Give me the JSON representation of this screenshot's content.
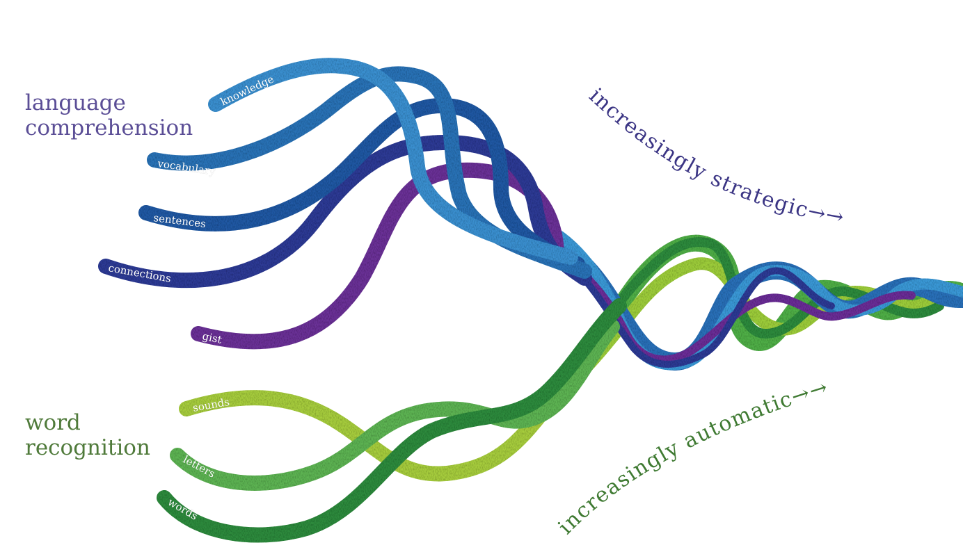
{
  "groups": {
    "language": {
      "title_line1": "language",
      "title_line2": "comprehension",
      "color": "#5b4e96"
    },
    "word": {
      "title_line1": "word",
      "title_line2": "recognition",
      "color": "#4f7a3a"
    }
  },
  "strands": {
    "knowledge": {
      "label": "knowledge",
      "color": "#3a8fcf"
    },
    "vocabulary": {
      "label": "vocabulary",
      "color": "#2c72b6"
    },
    "sentences": {
      "label": "sentences",
      "color": "#2459a3"
    },
    "connections": {
      "label": "connections",
      "color": "#2e3a94"
    },
    "gist": {
      "label": "gist",
      "color": "#6b3196"
    },
    "sounds": {
      "label": "sounds",
      "color": "#a6cc3d"
    },
    "letters": {
      "label": "letters",
      "color": "#5db352"
    },
    "words": {
      "label": "words",
      "color": "#2f8a3d"
    }
  },
  "annotations": {
    "strategic": {
      "text": "increasingly strategic→→",
      "color": "#3b3584"
    },
    "automatic": {
      "text": "increasingly automatic→→",
      "color": "#3f7a32"
    }
  }
}
